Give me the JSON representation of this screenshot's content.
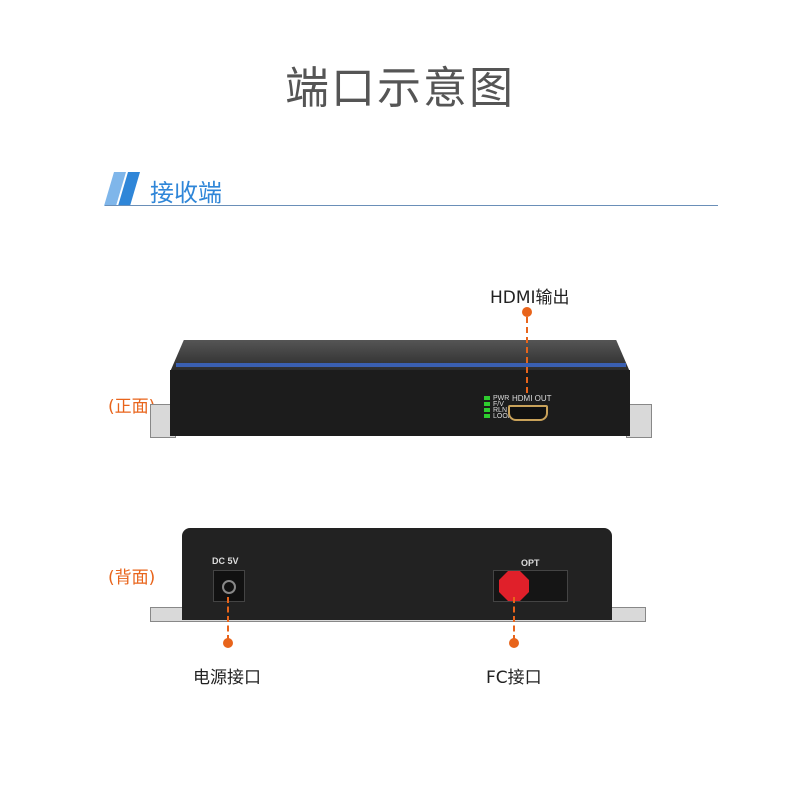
{
  "title": "端口示意图",
  "section": {
    "title": "接收端"
  },
  "front": {
    "side_label": "(正面)",
    "callout": "HDMI输出",
    "port_label": "HDMI OUT",
    "leds": [
      "PWR",
      "F/V",
      "RLN",
      "LOOP"
    ]
  },
  "back": {
    "side_label": "(背面)",
    "power_label": "DC 5V",
    "opt_label": "OPT",
    "callout_power": "电源接口",
    "callout_fc": "FC接口"
  },
  "colors": {
    "accent": "#e8641b",
    "blue": "#2f86d8"
  }
}
